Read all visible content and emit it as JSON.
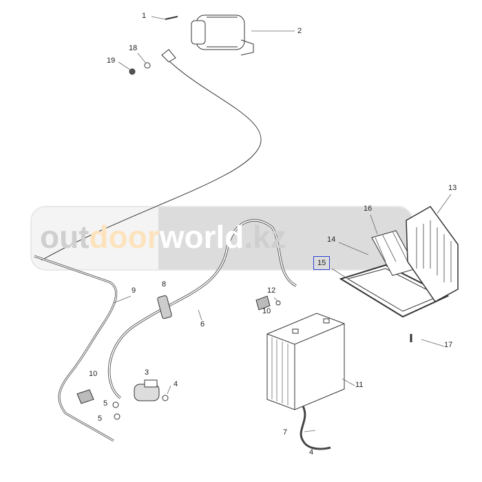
{
  "watermark": {
    "part1": "out",
    "part2": "door",
    "part3": "world",
    "part4": ".kz",
    "colors": {
      "out": "#cfcfcf",
      "door": "#fde3bd",
      "world": "#ffffff"
    }
  },
  "callouts": {
    "c1": "1",
    "c2": "2",
    "c18": "18",
    "c19": "19",
    "c13": "13",
    "c16": "16",
    "c14": "14",
    "c15": "15",
    "c9": "9",
    "c8": "8",
    "c12": "12",
    "c6": "6",
    "c10a": "10",
    "c17": "17",
    "c3": "3",
    "c4a": "4",
    "c10b": "10",
    "c11": "11",
    "c5a": "5",
    "c5b": "5",
    "c7": "7",
    "c4b": "4"
  },
  "highlight_color": "#2b3fd6"
}
